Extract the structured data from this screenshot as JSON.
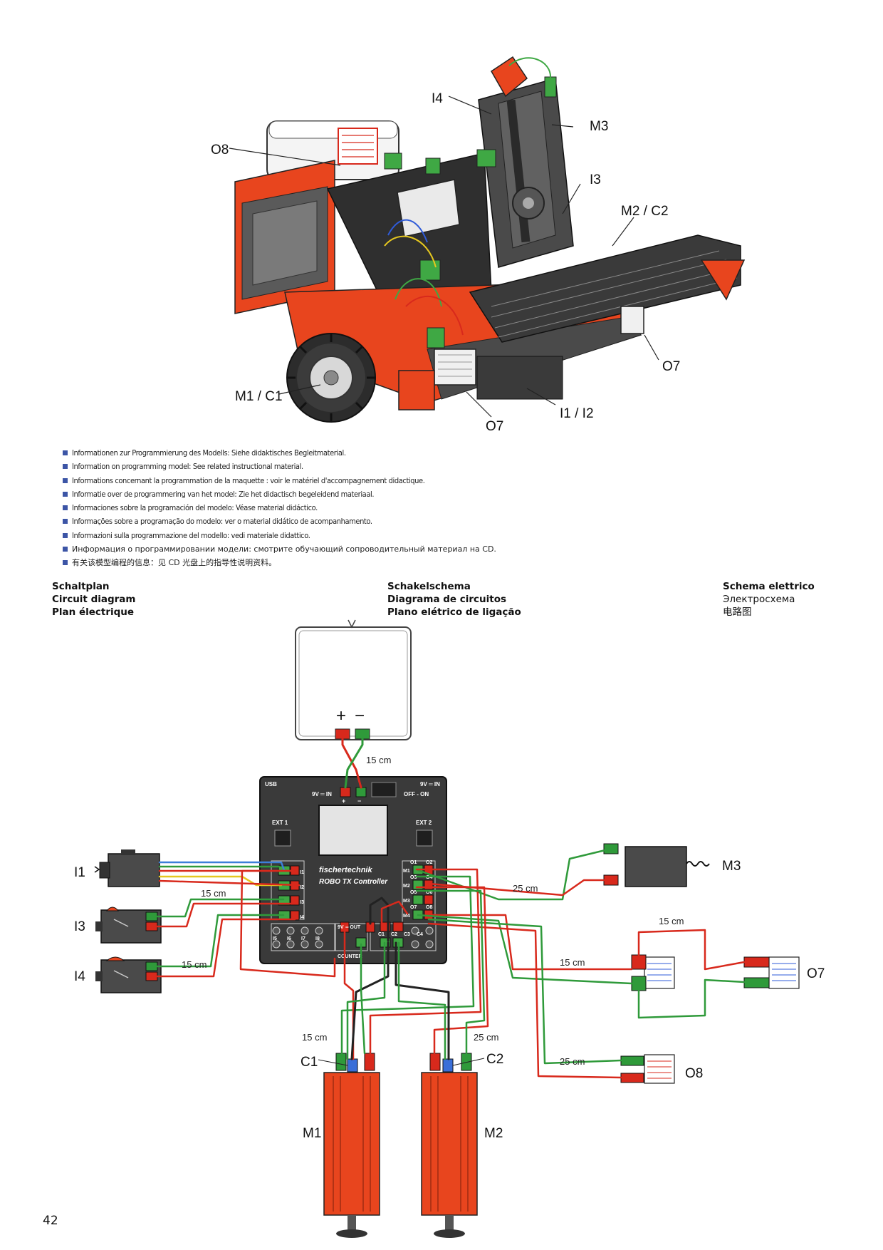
{
  "model_labels": {
    "i4": "I4",
    "m3": "M3",
    "o8": "O8",
    "i3": "I3",
    "m2_c2": "M2 / C2",
    "o7_right": "O7",
    "m1_c1": "M1 / C1",
    "i1_i2": "I1 / I2",
    "o7_bottom": "O7"
  },
  "info_lines": [
    "Informationen zur Programmierung des Modells: Siehe didaktisches Begleitmaterial.",
    "Information on programming model: See related instructional material.",
    "Informations concernant la programmation de la maquette : voir le matériel d'accompagnement didactique.",
    "Informatie over de programmering van het model: Zie het didactisch begeleidend materiaal.",
    "Informaciones sobre la programación del modelo: Véase material didáctico.",
    "Informações sobre a programação do modelo: ver o material didático de acompanhamento.",
    "Informazioni sulla programmazione del modello: vedi materiale didattico.",
    "Информация о программировании модели: смотрите обучающий сопроводительный материал на CD.",
    "有关该模型编程的信息：见 CD 光盘上的指导性说明资料。"
  ],
  "headings": {
    "col1": [
      "Schaltplan",
      "Circuit diagram",
      "Plan électrique"
    ],
    "col2": [
      "Schakelschema",
      "Diagrama de circuitos",
      "Plano elétrico de ligação"
    ],
    "col3": [
      "Schema elettrico",
      "Электросхема",
      "电路图"
    ]
  },
  "battery": {
    "plus": "+",
    "minus": "−"
  },
  "controller": {
    "usb": "USB",
    "power_in_left": "9V ═ IN",
    "power_in_right": "9V ═ IN",
    "off_on": "OFF - ON",
    "plus": "+",
    "minus": "−",
    "ext1": "EXT 1",
    "ext2": "EXT 2",
    "brand": "fischertechnik",
    "name": "ROBO TX Controller",
    "inputs": [
      "I1",
      "I2",
      "I3",
      "I4"
    ],
    "inputs_bottom": [
      "I5",
      "I6",
      "I7",
      "I8"
    ],
    "outputs": [
      [
        "O1",
        "O2"
      ],
      [
        "O3",
        "O4"
      ],
      [
        "O5",
        "O6"
      ],
      [
        "O7",
        "O8"
      ]
    ],
    "motors": [
      "M1",
      "M2",
      "M3",
      "M4"
    ],
    "power_out": "9V ═ OUT",
    "counters": [
      "C1",
      "C2",
      "C3",
      "C4"
    ],
    "counter_label": "COUNTER"
  },
  "diagram_labels": {
    "i1": "I1",
    "i3": "I3",
    "i4": "I4",
    "m3": "M3",
    "o7": "O7",
    "o8": "O8",
    "c1": "C1",
    "c2": "C2",
    "m1": "M1",
    "m2": "M2"
  },
  "cable_lengths": {
    "battery": "15 cm",
    "i3": "15 cm",
    "i4": "15 cm",
    "m3": "25 cm",
    "o7_top": "15 cm",
    "o7_left": "15 cm",
    "o8": "25 cm",
    "c1": "15 cm",
    "c2": "25 cm"
  },
  "page_number": "42",
  "colors": {
    "orange": "#e8451e",
    "green": "#2f9a3a",
    "red": "#d8291c",
    "dark": "#3a3a3a"
  }
}
